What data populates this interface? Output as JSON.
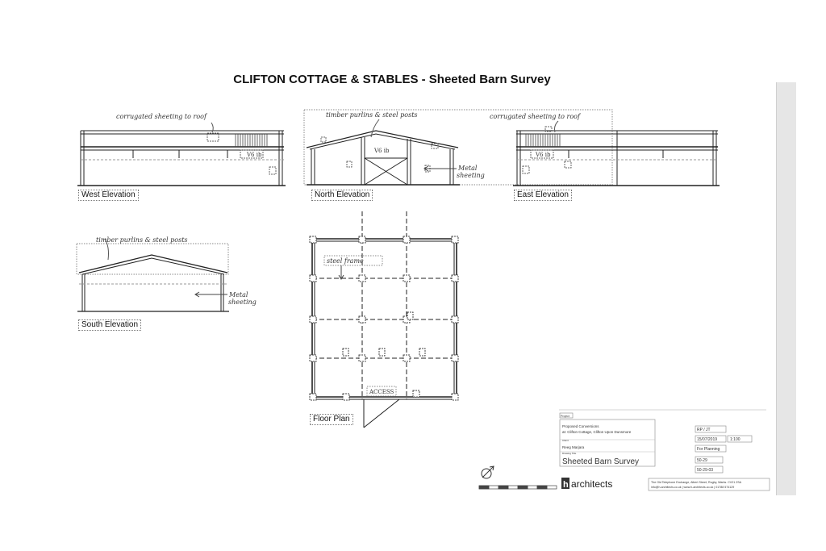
{
  "sheet": {
    "title": "CLIFTON COTTAGE & STABLES - Sheeted Barn Survey"
  },
  "views": {
    "west": "West Elevation",
    "north": "North Elevation",
    "east": "East Elevation",
    "south": "South Elevation",
    "floor": "Floor Plan"
  },
  "annotations": {
    "corrugated_west": "corrugated sheeting to roof",
    "corrugated_east": "corrugated sheeting to roof",
    "timber_north": "timber purlins & steel posts",
    "timber_south": "timber purlins & steel posts",
    "metal_north": "Metal",
    "sheeting_north": "sheeting",
    "metal_south": "Metal",
    "sheeting_south": "sheeting",
    "steel_frame": "steel frame",
    "access": "ACCESS",
    "vb_west": "V6 ib",
    "vb_north": "V6 ib",
    "vb_east": "V6 ib"
  },
  "title_block": {
    "project_label": "Project",
    "project": "Proposed Conversions",
    "address": "at: Clifton Cottage, Clifton Upon Dunsmore",
    "client_label": "Client",
    "client": "Reeg Marjara",
    "drawing_title_label": "Drawing Title",
    "drawing_title": "Sheeted Barn Survey",
    "rev": "RP / JT",
    "date": "15/07/2019",
    "scale": "1:100",
    "status": "For Planning",
    "drawing_no": "50-29",
    "ref": "50-29-03",
    "firm_prefix": "h",
    "firm": "architects",
    "address_line": "The Old Telephone Exchange, Albert Street, Rugby, Warks. CV21 2SA",
    "contact_line": "info@h-architects.co.uk | www.h-architects.co.uk | 01788 574129"
  }
}
